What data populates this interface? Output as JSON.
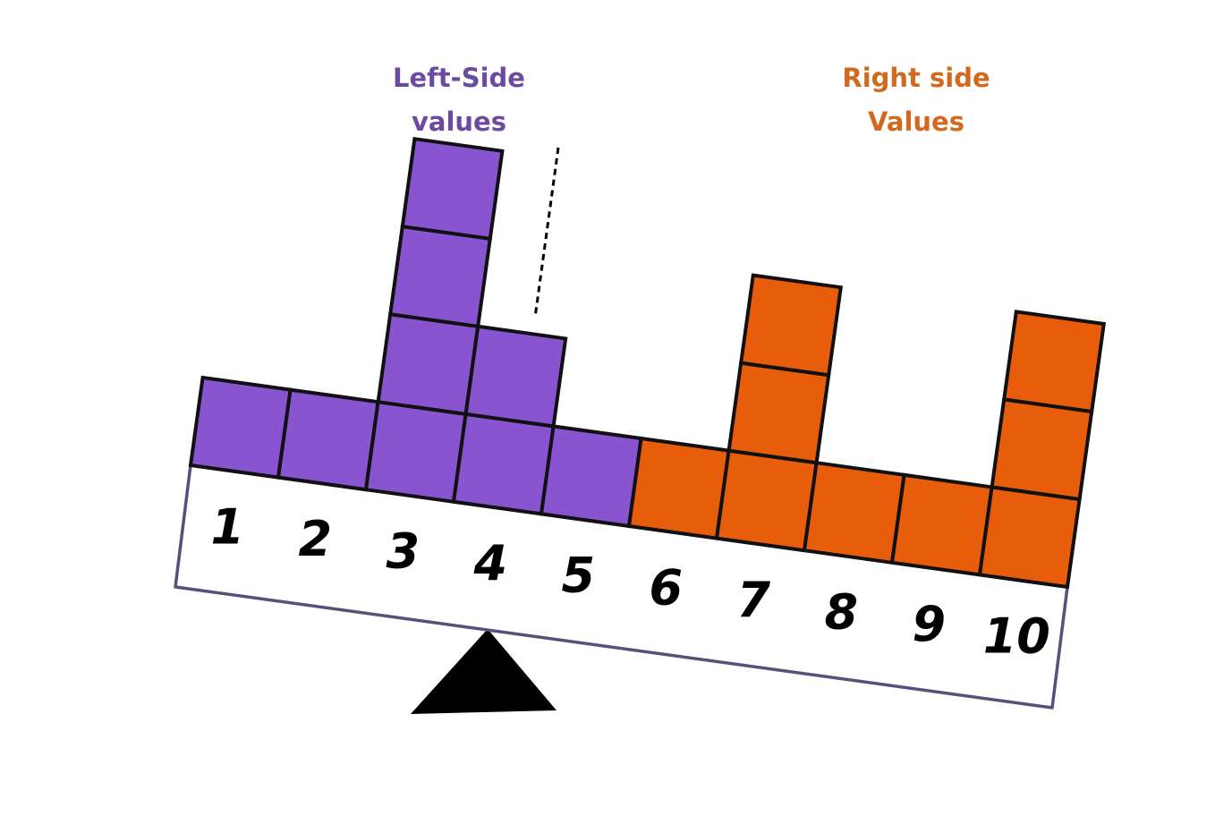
{
  "titles": {
    "left_line1": "Left-Side",
    "left_line2": "values",
    "right_line1": "Right side",
    "right_line2": "Values"
  },
  "colors": {
    "left": "#8854D0",
    "right": "#E85D0C",
    "left_title": "#6B4AA0",
    "right_title": "#D2691E",
    "beam_outline": "#56507A",
    "block_outline": "#111111",
    "fulcrum": "#000000"
  },
  "beam": {
    "positions": [
      "1",
      "2",
      "3",
      "4",
      "5",
      "6",
      "7",
      "8",
      "9",
      "10"
    ]
  },
  "chart_data": {
    "type": "bar",
    "categories": [
      "1",
      "2",
      "3",
      "4",
      "5",
      "6",
      "7",
      "8",
      "9",
      "10"
    ],
    "series": [
      {
        "values": [
          1,
          1,
          4,
          2,
          1,
          0,
          0,
          0,
          0,
          0
        ]
      },
      {
        "values": [
          0,
          0,
          0,
          0,
          0,
          1,
          3,
          1,
          1,
          3
        ]
      }
    ]
  }
}
